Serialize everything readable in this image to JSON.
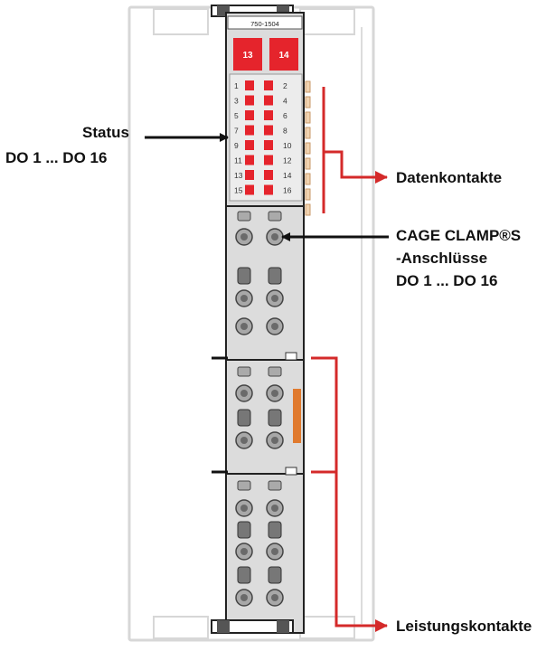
{
  "module": {
    "part_number": "750-1504",
    "header_badges": [
      "13",
      "14"
    ],
    "led_numbers_left": [
      "1",
      "3",
      "5",
      "7",
      "9",
      "11",
      "13",
      "15"
    ],
    "led_numbers_right": [
      "2",
      "4",
      "6",
      "8",
      "10",
      "12",
      "14",
      "16"
    ]
  },
  "labels": {
    "status_title": "Status",
    "status_range": "DO 1 ... DO 16",
    "data_contacts": "Datenkontakte",
    "cage_clamp_line1": "CAGE CLAMP®S",
    "cage_clamp_line2": "-Anschlüsse",
    "cage_clamp_line3": "DO 1 ... DO 16",
    "power_contacts": "Leistungskontakte"
  },
  "colors": {
    "arrow_red": "#d42a2a",
    "led_red": "#e5242c",
    "module_gray": "#d9d9d9",
    "power_contact_orange": "#e07a2e"
  }
}
